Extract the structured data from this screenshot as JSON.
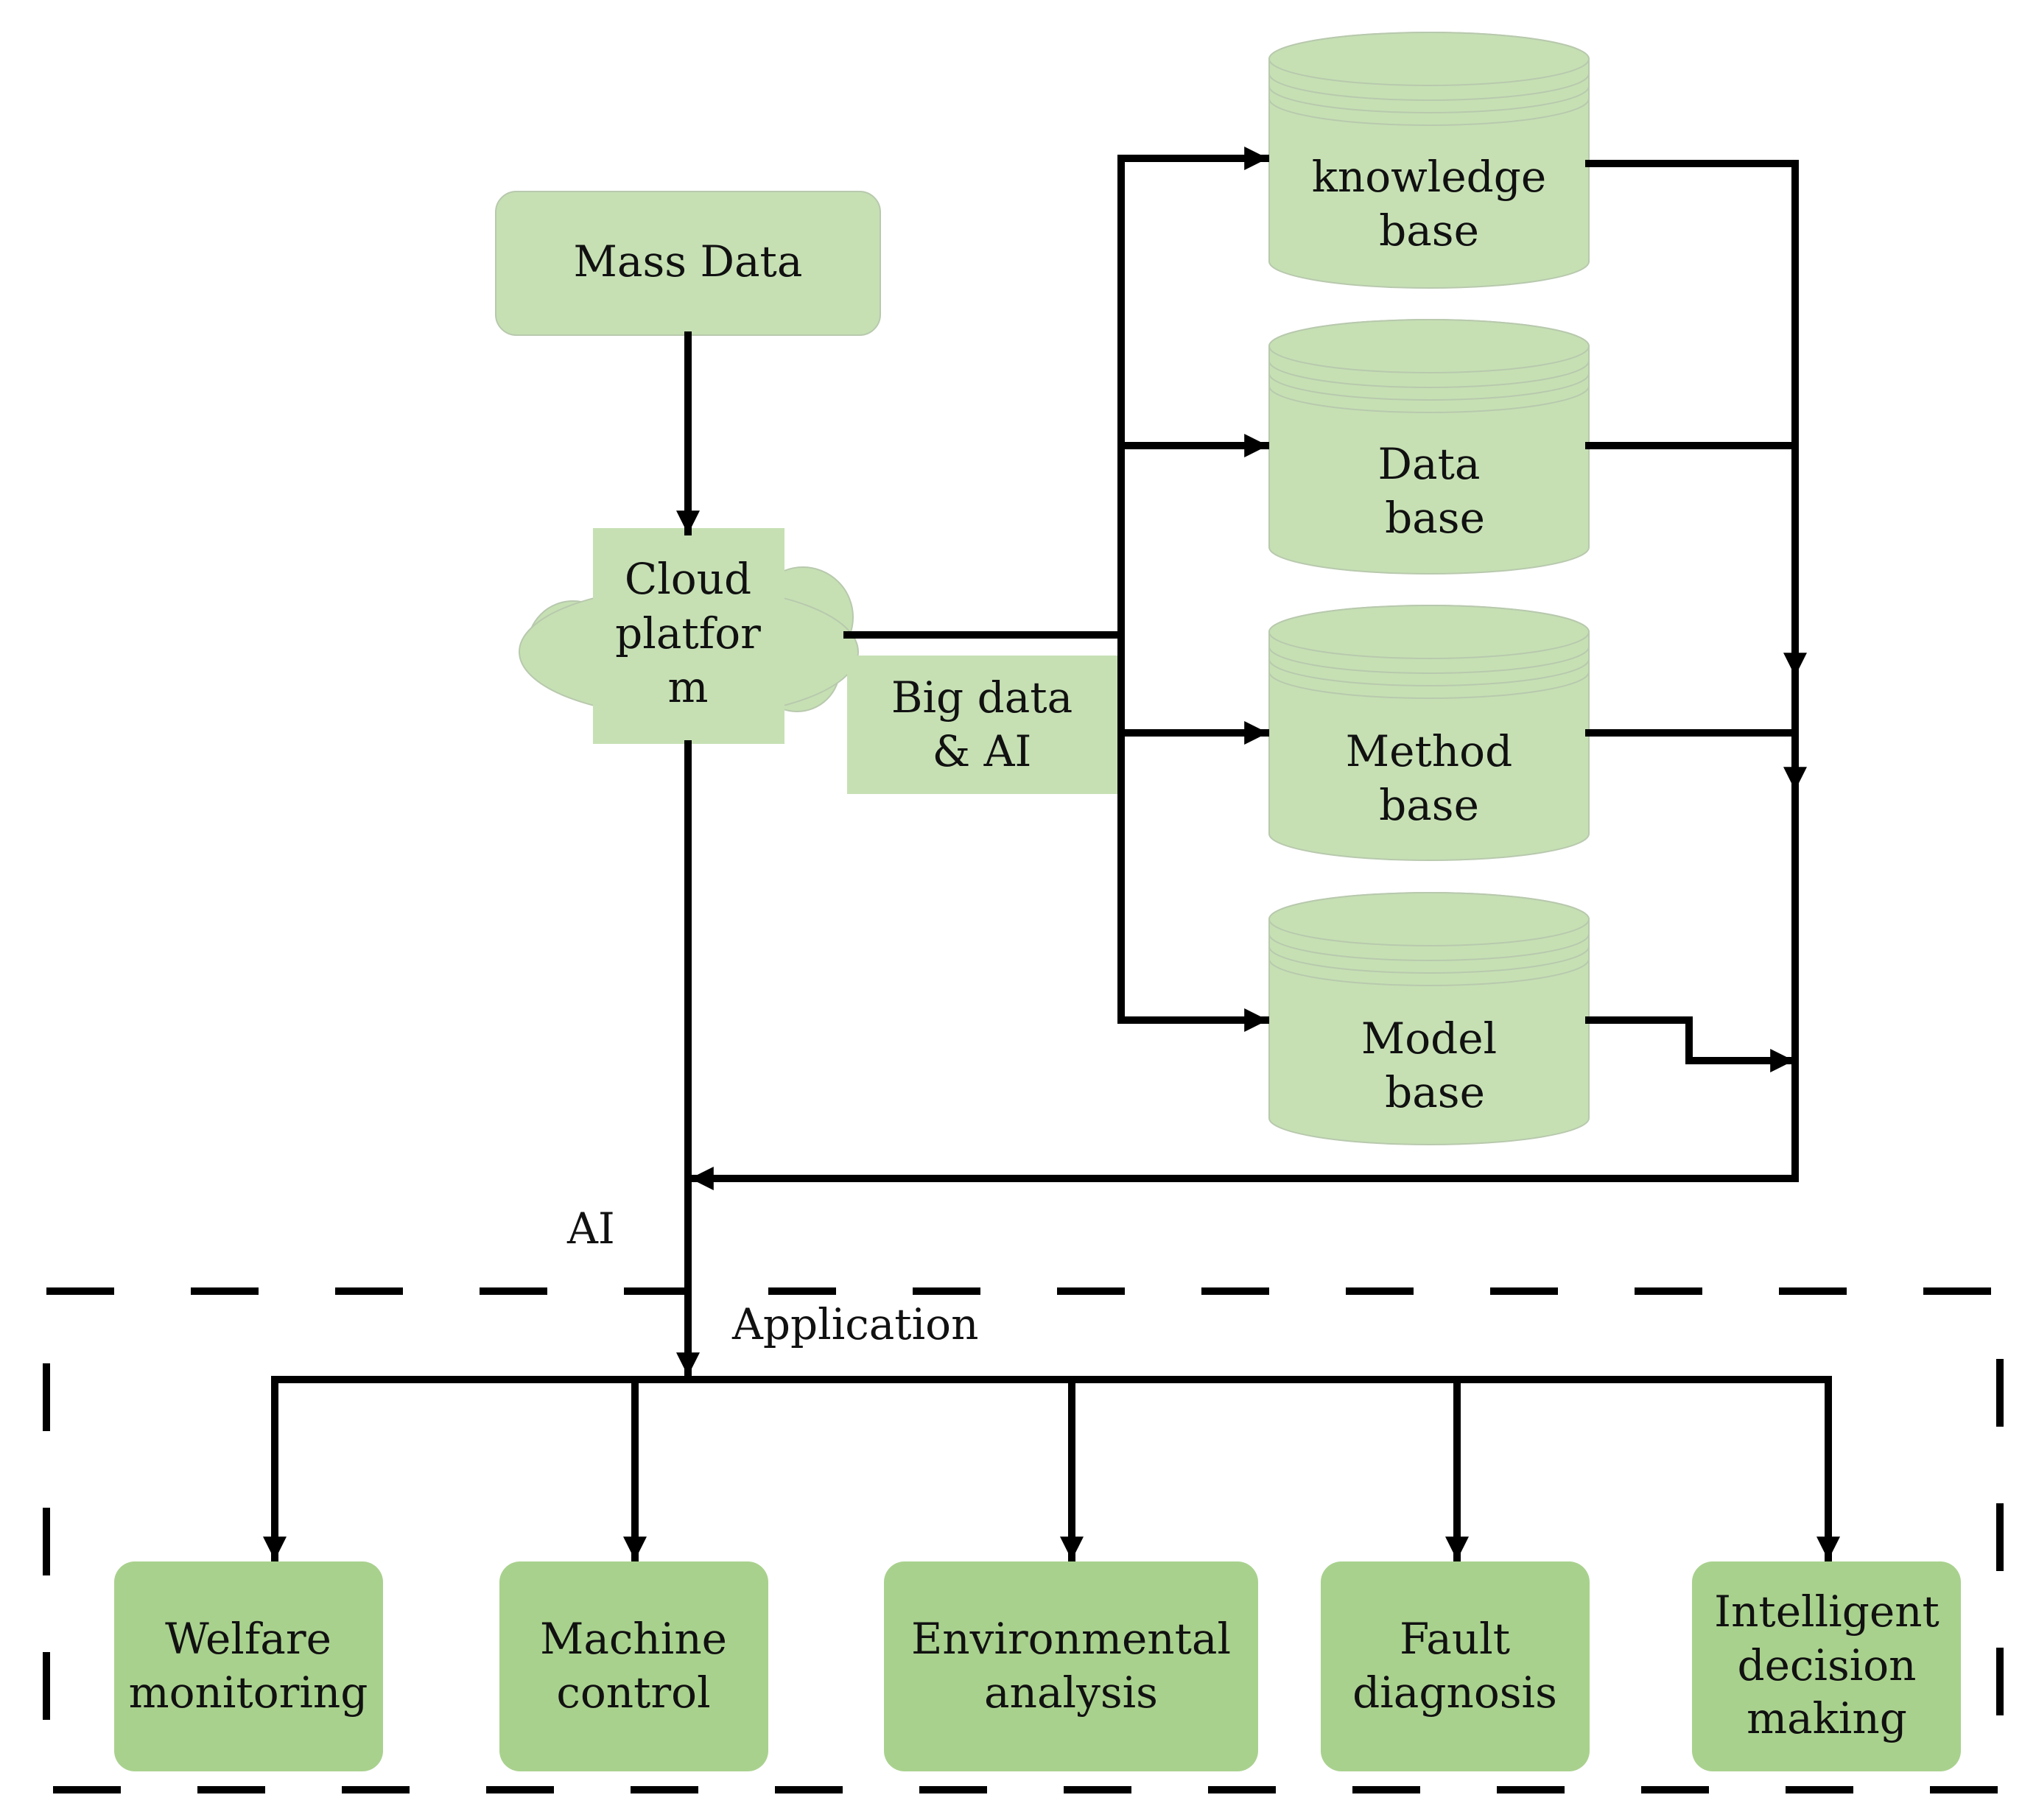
{
  "colors": {
    "light_fill": "#c6e0b4",
    "app_fill": "#a9d18e",
    "line": "#000000",
    "db_ring": "#b8c9ad"
  },
  "mass_data": {
    "label": "Mass Data"
  },
  "cloud": {
    "line1": "Cloud",
    "line2": "platfor",
    "line3": "m",
    "icon": "cloud-icon"
  },
  "big_data": {
    "line1": "Big data",
    "line2": "& AI"
  },
  "databases": [
    {
      "line1": "knowledge",
      "line2": "base",
      "icon": "database-icon"
    },
    {
      "line1": "Data",
      "line2": "base",
      "icon": "database-icon"
    },
    {
      "line1": "Method",
      "line2": "base",
      "icon": "database-icon"
    },
    {
      "line1": "Model",
      "line2": "base",
      "icon": "database-icon"
    }
  ],
  "ai_label": "AI",
  "application_label": "Application",
  "applications": [
    {
      "line1": "Welfare",
      "line2": "monitoring"
    },
    {
      "line1": "Machine",
      "line2": "control"
    },
    {
      "line1": "Environmental",
      "line2": "analysis"
    },
    {
      "line1": "Fault",
      "line2": "diagnosis"
    },
    {
      "line1": "Intelligent",
      "line2": "decision",
      "line3": "making"
    }
  ]
}
